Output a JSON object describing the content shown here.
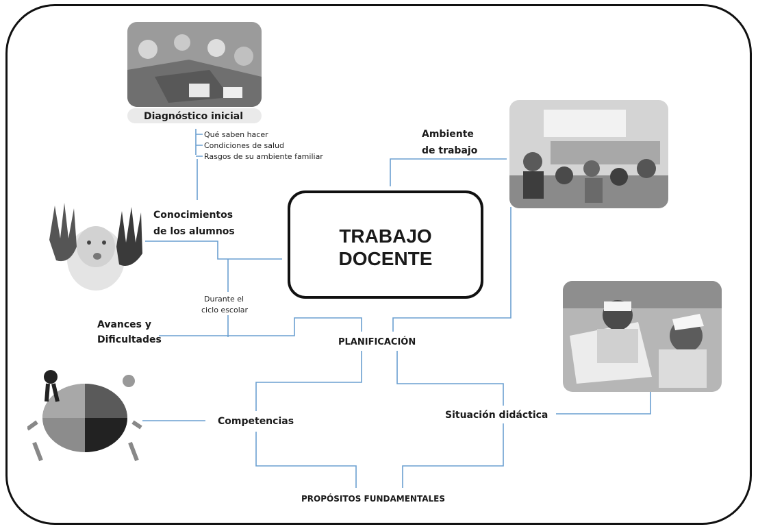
{
  "center": {
    "line1": "TRABAJO",
    "line2": "DOCENTE"
  },
  "nodes": {
    "diagnostico": "Diagnóstico inicial",
    "diag_items": [
      "Qué saben hacer",
      "Condiciones de salud",
      "Rasgos de su ambiente familiar"
    ],
    "conocimientos": [
      "Conocimientos",
      "de los alumnos"
    ],
    "ambiente": [
      "Ambiente",
      "de trabajo"
    ],
    "durante": [
      "Durante el",
      "ciclo escolar"
    ],
    "avances": [
      "Avances y",
      "Dificultades"
    ],
    "planificacion": "PLANIFICACIÓN",
    "competencias": "Competencias",
    "situacion": "Situación didáctica",
    "propositos": "PROPÓSITOS FUNDAMENTALES"
  },
  "images": {
    "top": "classroom-photo-children-tables",
    "right_top": "classroom-photo-group-floor",
    "left": "child-painted-hands-photo",
    "right_mid": "children-drawing-photo",
    "left_bottom": "puzzle-figures-clipart"
  },
  "colors": {
    "link": "#6a9fd0",
    "frame": "#111111"
  }
}
